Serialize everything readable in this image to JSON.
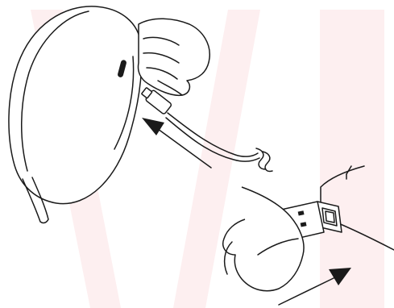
{
  "colors": {
    "ink": "#1a1a1a",
    "background": "#ffffff",
    "band": "#fdeff0"
  },
  "icons": {
    "device": "massager-device-illustration",
    "connector": "usb-plug-illustration",
    "port": "usb-port-illustration",
    "arrow": "arrow-illustration"
  }
}
